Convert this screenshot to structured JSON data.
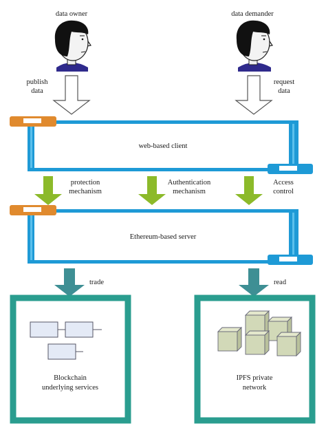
{
  "actors": {
    "owner": {
      "label": "data owner",
      "action_lines": [
        "publish",
        "data"
      ]
    },
    "demander": {
      "label": "data demander",
      "action_lines": [
        "request",
        "data"
      ]
    }
  },
  "layers": {
    "client": {
      "label": "web-based client"
    },
    "server": {
      "label": "Ethereum-based server"
    }
  },
  "mechanisms": [
    {
      "lines": [
        "protection",
        "mechanism"
      ]
    },
    {
      "lines": [
        "Authentication",
        "mechanism"
      ]
    },
    {
      "lines": [
        "Access",
        "control"
      ]
    }
  ],
  "outputs": {
    "left": {
      "arrow_label": "trade",
      "lines": [
        "Blockchain",
        "underlying services"
      ]
    },
    "right": {
      "arrow_label": "read",
      "lines": [
        "IPFS private",
        "network"
      ]
    }
  },
  "colors": {
    "pipe_blue": "#1e9ad6",
    "pipe_light": "#5bc0ec",
    "connector_orange": "#e08a2e",
    "mech_arrow_green": "#8cba2a",
    "output_teal": "#2a9d8f",
    "output_arrow_teal": "#3e8f94",
    "block_fill": "#e4eaf6",
    "cube_fill": "#d2d9b8"
  }
}
